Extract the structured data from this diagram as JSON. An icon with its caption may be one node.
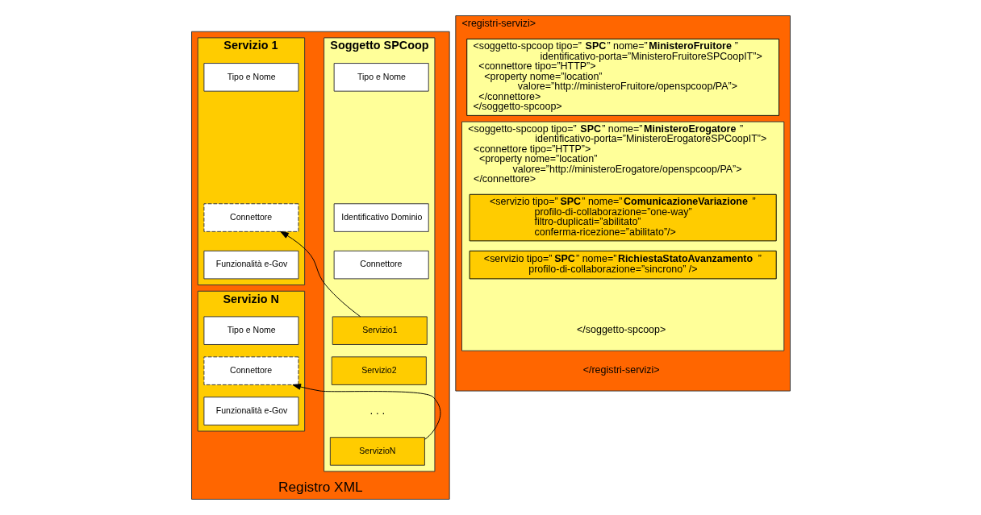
{
  "diagram": {
    "nodes": [
      {
        "text": [
          "Registro XML"
        ]
      },
      {
        "text": [
          "Soggetto SPCoop"
        ],
        "in": 0
      },
      {
        "text": [
          "Tipo e Nome"
        ],
        "in": 1
      },
      {
        "text": [
          "Identificativo Dominio"
        ],
        "in": 1
      },
      {
        "text": [
          "Connettore"
        ],
        "in": 1
      },
      {
        "text": [
          "Servizio1"
        ],
        "in": 1
      },
      {
        "text": [
          "Servizio2"
        ],
        "in": 1
      },
      {
        "text": [
          "ServizioN"
        ],
        "in": 1
      },
      {
        "text": [
          "Servizio 1"
        ],
        "in": 0
      },
      {
        "text": [
          "Tipo e Nome"
        ],
        "in": 8
      },
      {
        "text": [
          "Connettore"
        ],
        "in": 8
      },
      {
        "text": [
          "Funzionalità e-Gov"
        ],
        "in": 8
      },
      {
        "text": [
          "Servizio N"
        ],
        "in": 0
      },
      {
        "text": [
          "Tipo e Nome"
        ],
        "in": 12
      },
      {
        "text": [
          "Connettore"
        ],
        "in": 12
      },
      {
        "text": [
          "Funzionalità e-Gov"
        ],
        "in": 12
      },
      {
        "text": [
          "<registri-servizi>",
          "</registri-servizi>"
        ]
      },
      {
        "text": [
          "<soggetto-spcoop tipo=”**SPC**” nome=”**MinisteroFruitore**”",
          "identificativo-porta=”MinisteroFruitoreSPCoopIT”>",
          "<connettore tipo=”HTTP”>",
          "<property nome=”location”",
          "valore=”http://ministeroFruitore/openspcoop/PA”>",
          "</connettore>",
          "</soggetto-spcoop>"
        ],
        "in": 16
      },
      {
        "text": [
          "<soggetto-spcoop tipo=”**SPC**” nome=”**MinisteroErogatore**”",
          "identificativo-porta=”MinisteroErogatoreSPCoopIT”>",
          "<connettore tipo=”HTTP”>",
          "<property nome=”location”",
          "valore=”http://ministeroErogatore/openspcoop/PA”>",
          "</connettore>",
          "</soggetto-spcoop>"
        ],
        "in": 16
      },
      {
        "text": [
          "<servizio tipo=”**SPC**” nome=”**ComunicazioneVariazione**”",
          "profilo-di-collaborazione=”one-way”",
          "filtro-duplicati=”abilitato”",
          "conferma-ricezione=”abilitato”/>"
        ],
        "in": 18
      },
      {
        "text": [
          "<servizio tipo=”**SPC**” nome=”**RichiestaStatoAvanzamento**”",
          "profilo-di-collaborazione=”sincrono” />"
        ],
        "in": 18
      }
    ],
    "edges": [
      {
        "from": 5,
        "to": 10,
        "arrow": "to"
      },
      {
        "from": 7,
        "to": 14,
        "arrow": "to"
      }
    ],
    "labels": [
      ". . ."
    ]
  }
}
